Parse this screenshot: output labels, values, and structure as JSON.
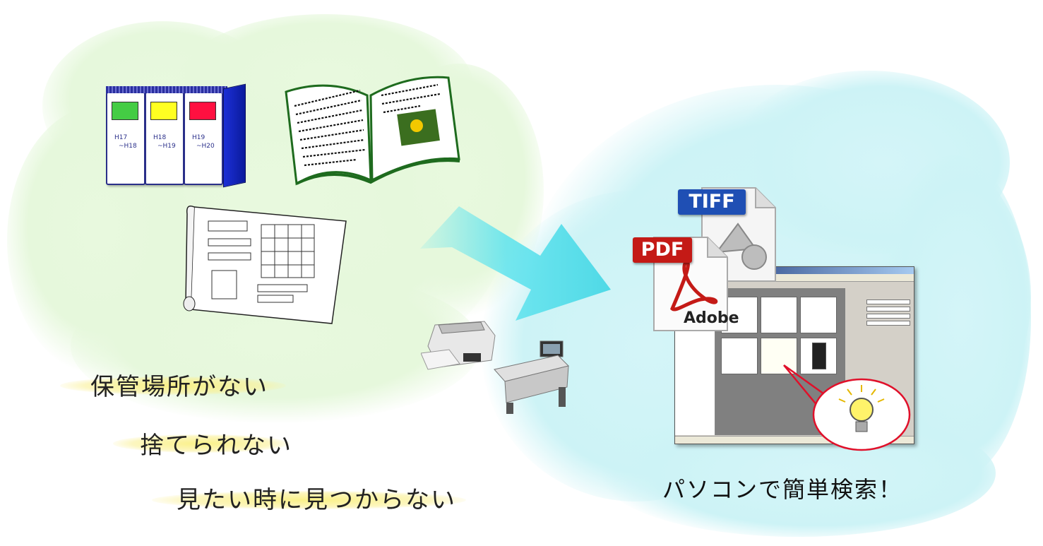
{
  "binders": [
    {
      "line1": "H17",
      "line2": "~H18",
      "label_color": "#44cc44"
    },
    {
      "line1": "H18",
      "line2": "~H19",
      "label_color": "#ffff22"
    },
    {
      "line1": "H19",
      "line2": "~H20",
      "label_color": "#ff1040"
    }
  ],
  "captions": {
    "no_storage": "保管場所がない",
    "cannot_discard": "捨てられない",
    "cannot_find": "見たい時に見つからない"
  },
  "right_caption": "パソコンで簡単検索！",
  "file_icons": {
    "tiff_label": "TIFF",
    "pdf_label": "PDF",
    "adobe_label": "Adobe"
  },
  "colors": {
    "cloud_left": "#e6f8dc",
    "cloud_right": "#cdf3f6",
    "arrow": "#5ee3ee",
    "binder_blue": "#1c2fd6",
    "pdf_red": "#c41a16",
    "tiff_blue": "#1f4fb4",
    "highlight": "#f6ec8a"
  },
  "icons": [
    "binder-icon",
    "open-book-icon",
    "blueprint-icon",
    "right-arrow-icon",
    "document-scanner-icon",
    "wide-format-scanner-icon",
    "tiff-file-icon",
    "pdf-file-icon",
    "lightbulb-icon"
  ]
}
